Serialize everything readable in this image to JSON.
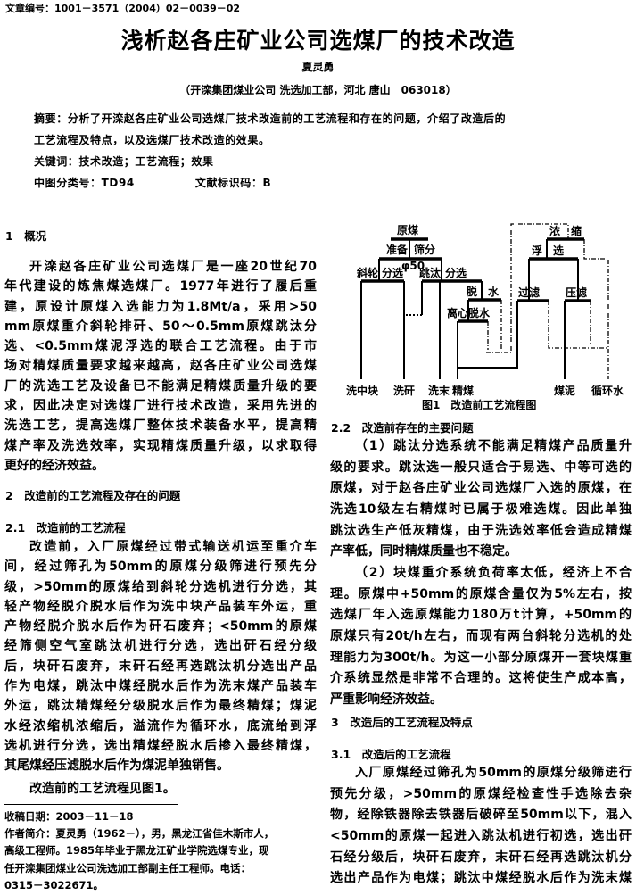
{
  "header": {
    "article_no": "文章编号：1001－3571（2004）02－0039－02",
    "title": "浅析赵各庄矿业公司选煤厂的技术改造",
    "author": "夏灵勇",
    "affiliation": "（开滦集团煤业公司 洗选加工部，河北 唐山　063018）"
  },
  "abstract": {
    "label": "摘要：",
    "lines": [
      "分析了开滦赵各庄矿业公司选煤厂技术改造前的工艺流程和存在的问题，介绍了改造后的",
      "工艺流程及特点，以及选煤厂技术改造的效果。"
    ],
    "keywords_label": "关键词：",
    "keywords": "技术改造；工艺流程；效果",
    "class_label": "中图分类号：",
    "class_value": "TD94",
    "doc_label": "文献标识码：",
    "doc_value": "B"
  },
  "left": {
    "sec1": "1　概况",
    "p1": [
      "开滦赵各庄矿业公司选煤厂是一座20世纪70",
      "年代建设的炼焦煤选煤厂。1977年进行了履后重",
      "建，原设计原煤入选能力为1.8Mt/a，采用>50",
      "mm原煤重介斜轮排矸、50～0.5mm原煤跳汰分",
      "选、<0.5mm煤泥浮选的联合工艺流程。由于市",
      "场对精煤质量要求越来越高，赵各庄矿业公司选煤",
      "厂的洗选工艺及设备已不能满足精煤质量升级的要",
      "求，因此决定对选煤厂进行技术改造，采用先进的",
      "洗选工艺，提高选煤厂整体技术装备水平，提高精",
      "煤产率及洗选效率，实现精煤质量升级，以求取得",
      "更好的经济效益。"
    ],
    "sec2": "2　改造前的工艺流程及存在的问题",
    "sec21": "2.1　改造前的工艺流程",
    "p2": [
      "改造前，入厂原煤经过带式输送机运至重介车",
      "间，经过筛孔为50mm的原煤分级筛进行预先分",
      "级，>50mm的原煤给到斜轮分选机进行分选，其",
      "轻产物经脱介脱水后作为洗中块产品装车外运，重",
      "产物经脱介脱水后作为矸石废弃；<50mm的原煤",
      "经筛侧空气室跳汰机进行分选，选出矸石经分级",
      "后，块矸石废弃，末矸石经再选跳汰机分选出产品",
      "作为电煤，跳汰中煤经脱水后作为洗末煤产品装车",
      "外运，跳汰精煤经分级脱水后作为最终精煤；煤泥",
      "水经浓缩机浓缩后，溢流作为循环水，底流给到浮",
      "选机进行分选，选出精煤经脱水后掺入最终精煤，",
      "其尾煤经压滤脱水后作为煤泥单独销售。"
    ],
    "p3": "改造前的工艺流程见图1。"
  },
  "footnote": {
    "lines": [
      "收稿日期：2003－11－18",
      "作者简介：夏灵勇（1962－），男，黑龙江省佳木斯市人，",
      "高级工程师。1985年毕业于黑龙江矿业学院选煤专业，现",
      "任开滦集团煤业公司洗选加工部副主任工程师。电话：",
      "0315－3022671。"
    ]
  },
  "figure": {
    "caption": "图1　改造前工艺流程图",
    "nodes": {
      "raw": "原煤",
      "prep1": "准备",
      "prep2": "筛分",
      "phi": "φ50",
      "wheel1": "斜轮",
      "wheel2": "分选",
      "jig1": "跳汰",
      "jig2": "分选",
      "dewater": "脱　水",
      "centri": "离心脱水",
      "thick": "浓　缩",
      "float": "浮　选",
      "filter": "过滤",
      "press": "压滤"
    },
    "products": [
      "洗中块",
      "洗矸",
      "洗末",
      "精煤",
      "煤泥",
      "循环水"
    ]
  },
  "right": {
    "sec22": "2.2　改造前存在的主要问题",
    "p1": [
      "（1）跳汰分选系统不能满足精煤产品质量升",
      "级的要求。跳汰选一般只适合于易选、中等可选的",
      "原煤，对于赵各庄矿业公司选煤厂入选的原煤，在",
      "洗选10级左右精煤时已属于极难选煤。因此单独",
      "跳汰选生产低灰精煤，由于洗选效率低会造成精煤",
      "产率低，同时精煤质量也不稳定。"
    ],
    "p2": [
      "（2）块煤重介系统负荷率太低，经济上不合",
      "理。原煤中+50mm的原煤含量仅为5%左右，按",
      "选煤厂年入选原煤能力180万t计算，+50mm的",
      "原煤只有20t/h左右，而现有两台斜轮分选机的处",
      "理能力为300t/h。为这一小部分原煤开一套块煤重",
      "介系统显然是非常不合理的。这将使生产成本高，",
      "严重影响经济效益。"
    ],
    "sec3": "3　改造后的工艺流程及特点",
    "sec31": "3.1　改造后的工艺流程",
    "p3": [
      "入厂原煤经过筛孔为50mm的原煤分级筛进行",
      "预先分级，>50mm的原煤经检查性手选除去杂",
      "物，经除铁器除去铁器后破碎至50mm以下，混入",
      "<50mm的原煤一起进入跳汰机进行初选，选出矸",
      "石经分级后，块矸石废弃，末矸石经再选跳汰机分",
      "选出产品作为电煤；跳汰中煤经脱水后作为洗末煤"
    ]
  }
}
